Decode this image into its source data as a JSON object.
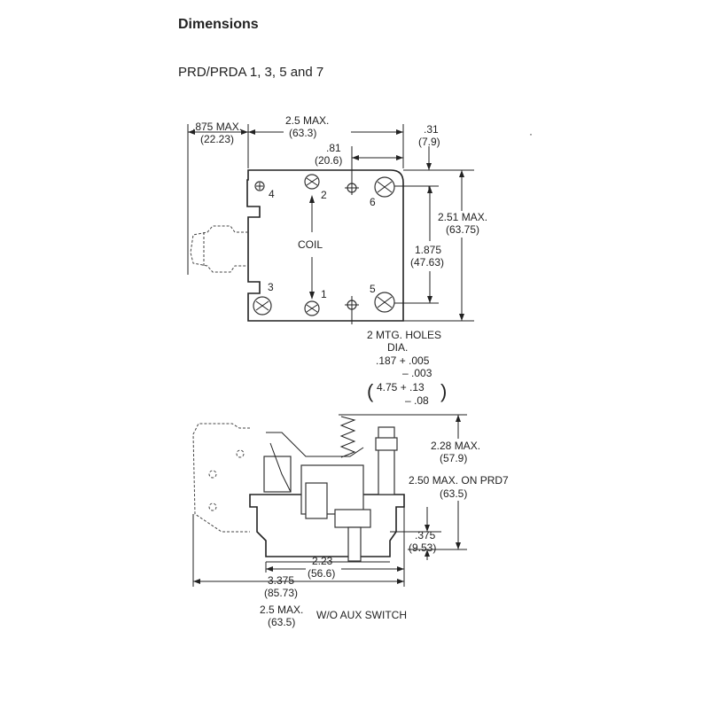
{
  "heading": "Dimensions",
  "subtitle": "PRD/PRDA 1, 3, 5 and 7",
  "top_view": {
    "dim_875_max": ".875 MAX.",
    "dim_875_mm": "(22.23)",
    "dim_25_max": "2.5 MAX.",
    "dim_25_mm": "(63.3)",
    "dim_81": ".81",
    "dim_81_mm": "(20.6)",
    "dim_31": ".31",
    "dim_31_mm": "(7.9)",
    "dim_251_max": "2.51 MAX.",
    "dim_251_mm": "(63.75)",
    "dim_1875": "1.875",
    "dim_1875_mm": "(47.63)",
    "coil_label": "COIL",
    "terminals": [
      "1",
      "2",
      "3",
      "4",
      "5",
      "6"
    ],
    "holes_line1": "2 MTG. HOLES",
    "holes_line2": "DIA.",
    "holes_line3": ".187 + .005",
    "holes_line4": "– .003",
    "holes_line5": "4.75 + .13",
    "holes_line6": "– .08"
  },
  "side_view": {
    "dim_228_max": "2.28 MAX.",
    "dim_228_mm": "(57.9)",
    "dim_250_max": "2.50 MAX. ON PRD7",
    "dim_250_mm": "(63.5)",
    "dim_375": ".375",
    "dim_375_mm": "(9.53)",
    "dim_223": "2.23",
    "dim_223_mm": "(56.6)",
    "dim_3375": "3.375",
    "dim_3375_mm": "(85.73)",
    "dim_25_max": "2.5 MAX.",
    "dim_25_mm": "(63.5)",
    "wo_aux": "W/O AUX SWITCH"
  }
}
